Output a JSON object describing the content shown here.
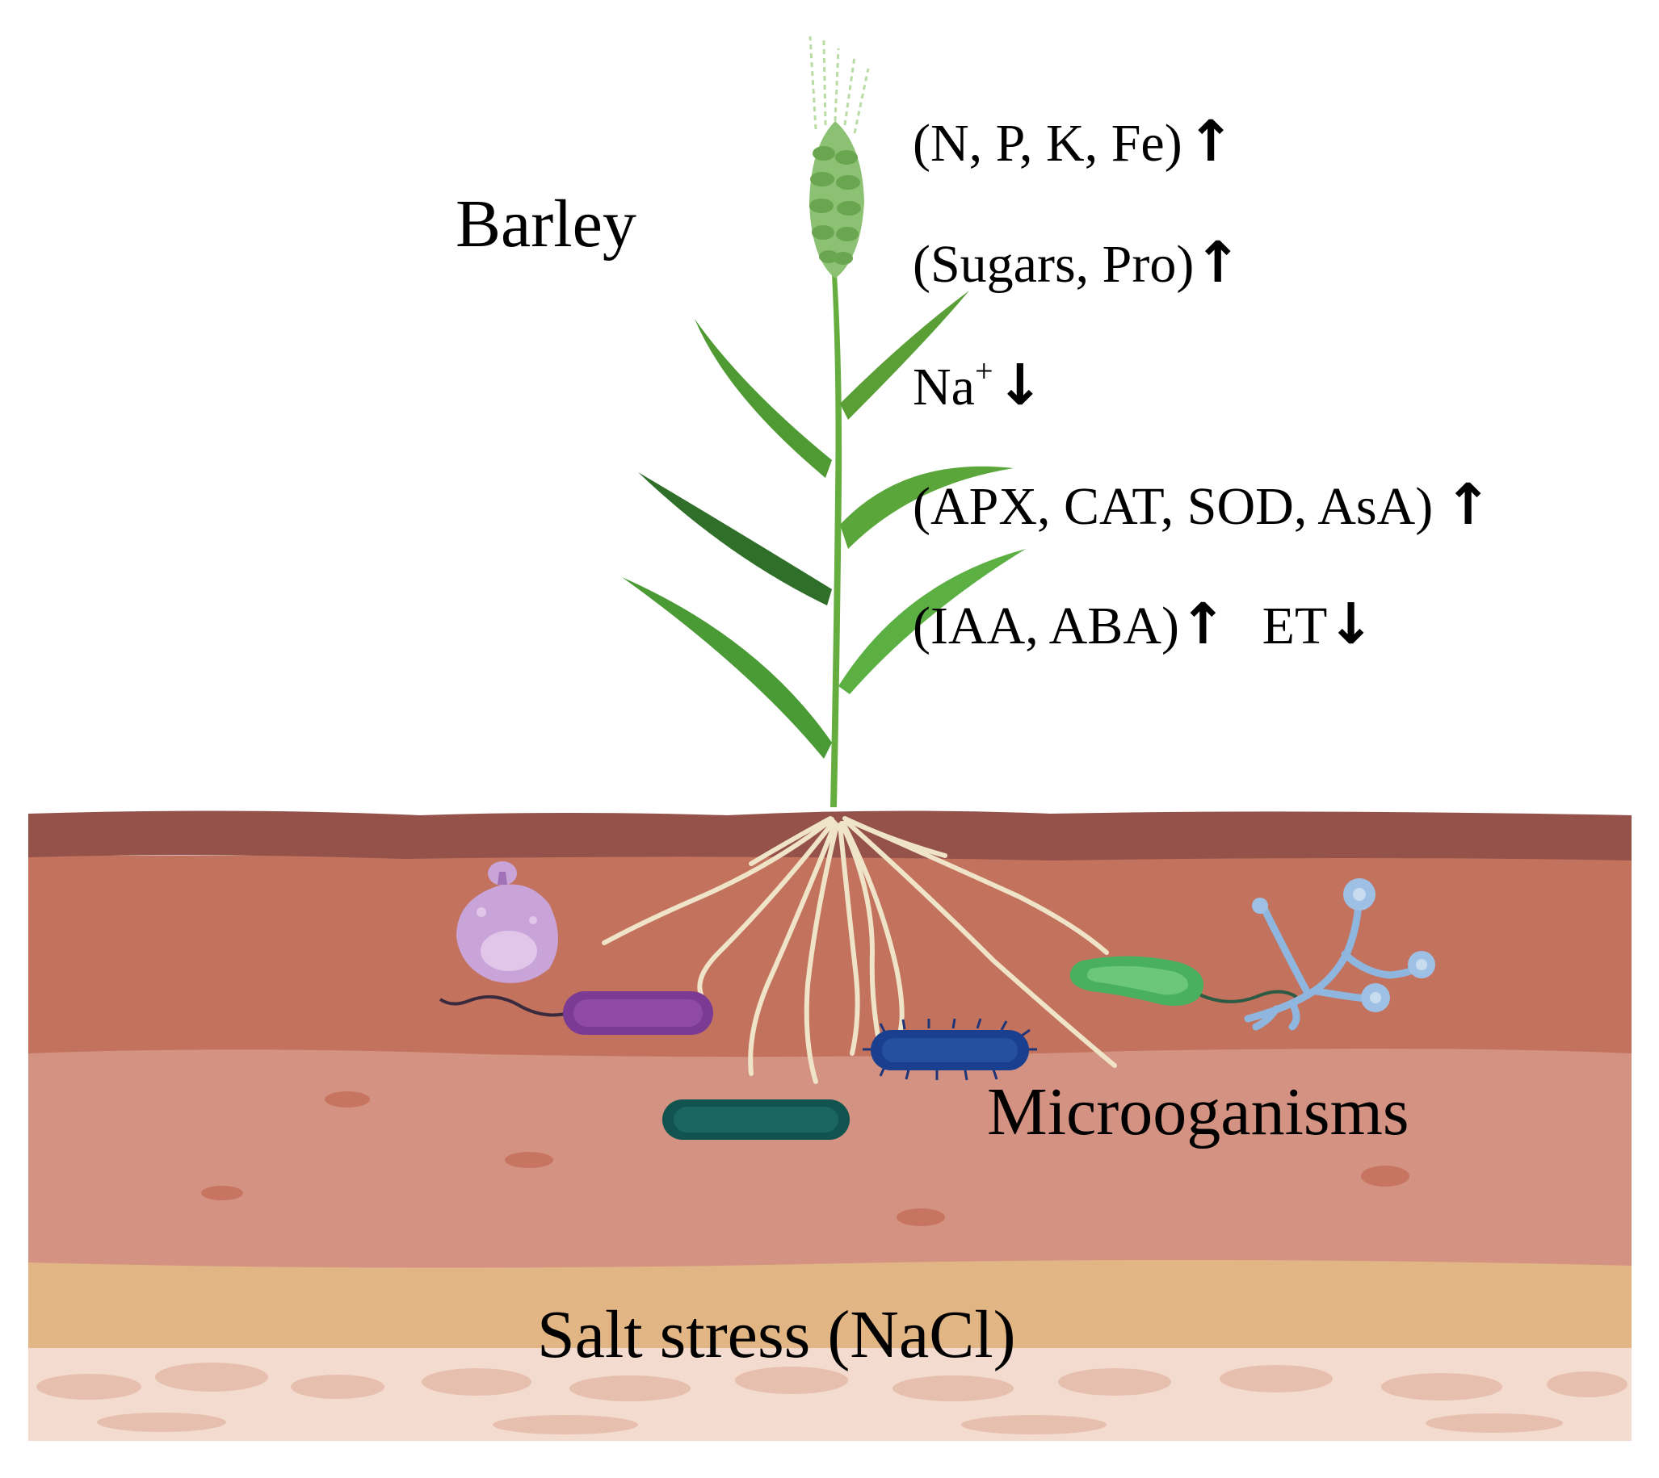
{
  "plant_label": "Barley",
  "microbes_label": "Microoganisms",
  "soil_label": "Salt stress (NaCl)",
  "effects": [
    {
      "text": "(N, P, K, Fe)",
      "arrow": "↑"
    },
    {
      "text": "(Sugars, Pro)",
      "arrow": "↑"
    },
    {
      "text": "Na",
      "sup": "+",
      "arrow": "↓"
    },
    {
      "text": "(APX, CAT, SOD, AsA)",
      "arrow": "↑"
    },
    {
      "text": "(IAA, ABA)",
      "arrow": "↑",
      "text2": "ET",
      "arrow2": "↓"
    }
  ],
  "colors": {
    "soil_top": "#95524a",
    "soil_upper": "#c0705c",
    "soil_middle": "#d49382",
    "soil_sand": "#e2b585",
    "soil_base": "#f1d4c3",
    "plant_green": "#5aa63a",
    "root": "#efe3c8",
    "microbe_purple": "#7b3a93",
    "microbe_teal": "#11534e",
    "microbe_blue": "#1b3f8f",
    "microbe_green": "#49b060",
    "fungus_blue": "#8fb6de",
    "yeast_lilac": "#c7a0d6"
  }
}
